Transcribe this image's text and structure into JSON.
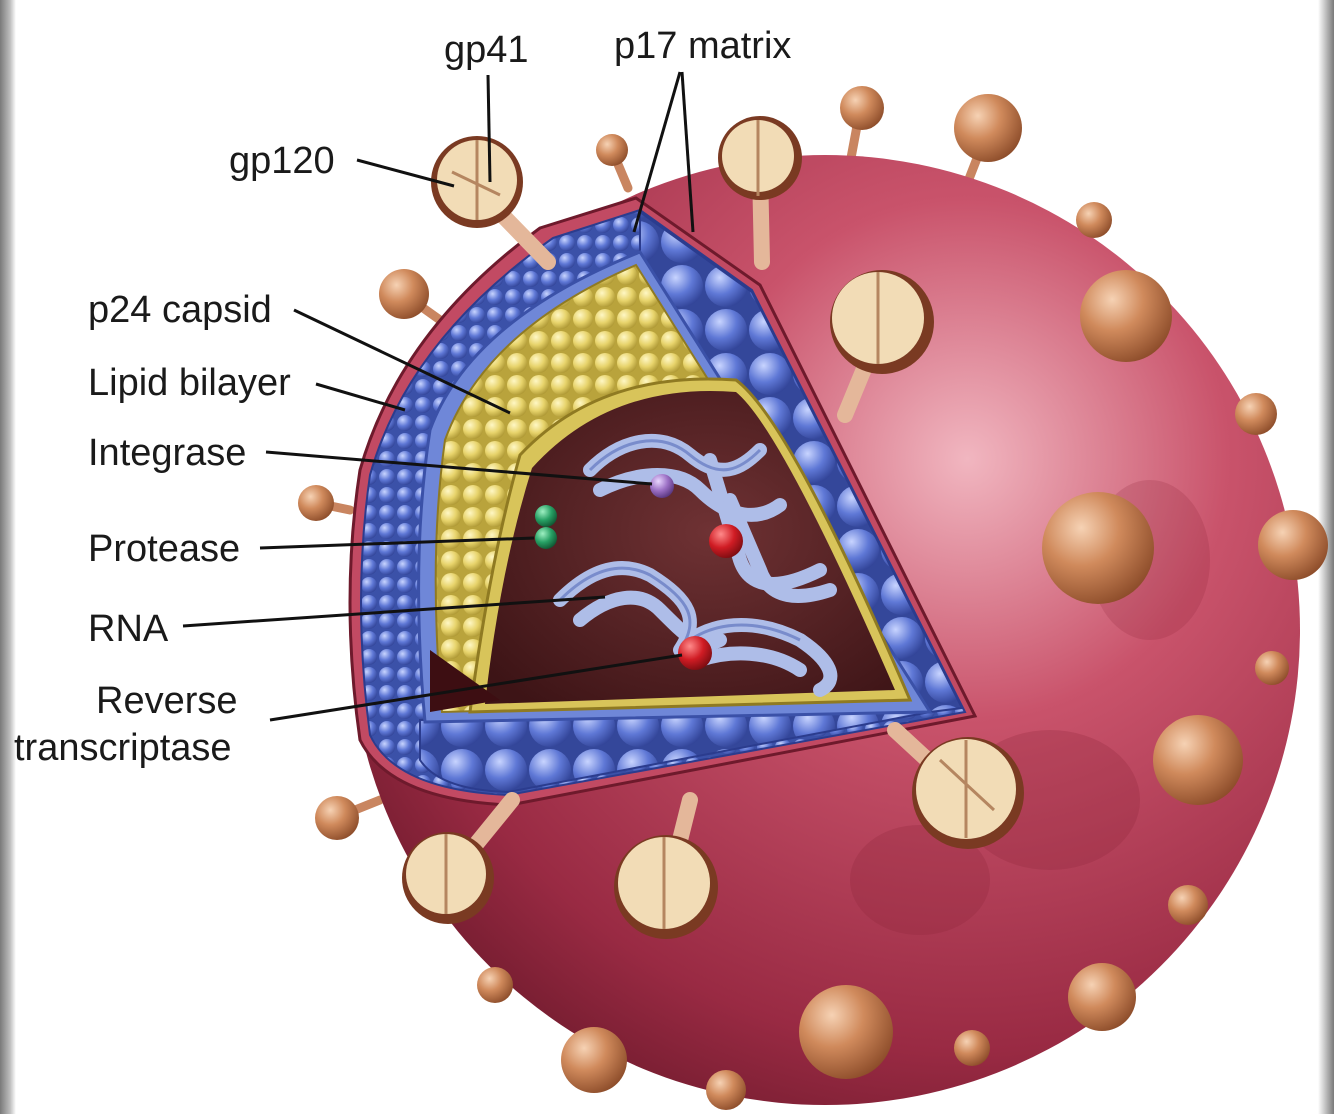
{
  "labels": {
    "gp41": "gp41",
    "p17_matrix": "p17 matrix",
    "gp120": "gp120",
    "p24_capsid": "p24 capsid",
    "lipid_bilayer": "Lipid bilayer",
    "integrase": "Integrase",
    "protease": "Protease",
    "rna": "RNA",
    "reverse_transcriptase_line1": "Reverse",
    "reverse_transcriptase_line2": "transcriptase"
  },
  "colors": {
    "envelope": "#a8344c",
    "envelope_shadow": "#7a1f33",
    "matrix": "#5a72c8",
    "capsid": "#e6d36a",
    "interior": "#5e2628",
    "spike": "#c77a4e",
    "gp120_cap": "#f2dcb6",
    "integrase": "#9b6fc4",
    "protease": "#2a9a62",
    "reverse_transcriptase": "#c41e28",
    "rna": "#b9c6ea"
  }
}
